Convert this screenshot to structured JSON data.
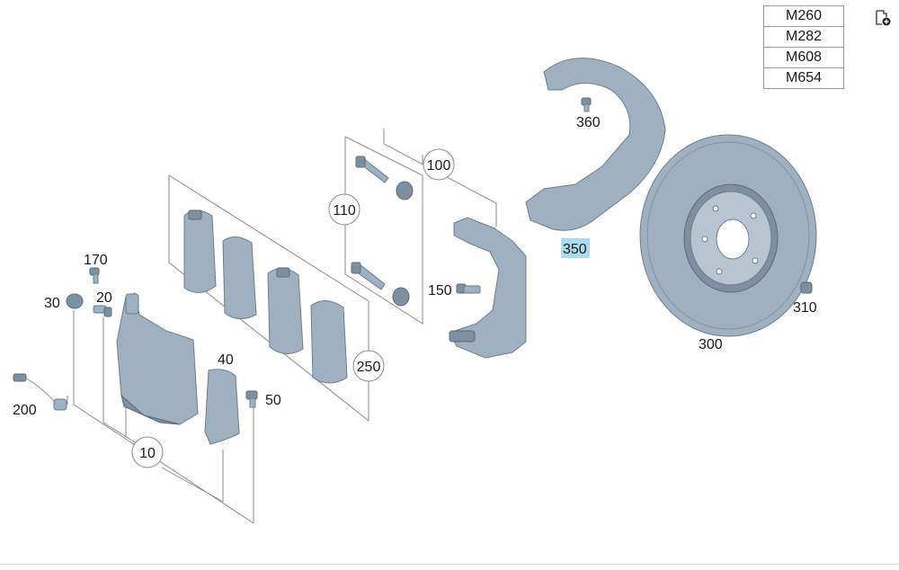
{
  "model_table": {
    "rows": [
      "M260",
      "M282",
      "M608",
      "M654"
    ]
  },
  "icons": {
    "document": "document-add-icon"
  },
  "callouts": {
    "c10": "10",
    "c100": "100",
    "c110": "110",
    "c250": "250"
  },
  "labels": {
    "p20": "20",
    "p30": "30",
    "p40": "40",
    "p50": "50",
    "p150": "150",
    "p170": "170",
    "p200": "200",
    "p300": "300",
    "p310": "310",
    "p350": "350",
    "p360": "360"
  },
  "highlight": {
    "part": "350",
    "color": "#a8dcef"
  }
}
